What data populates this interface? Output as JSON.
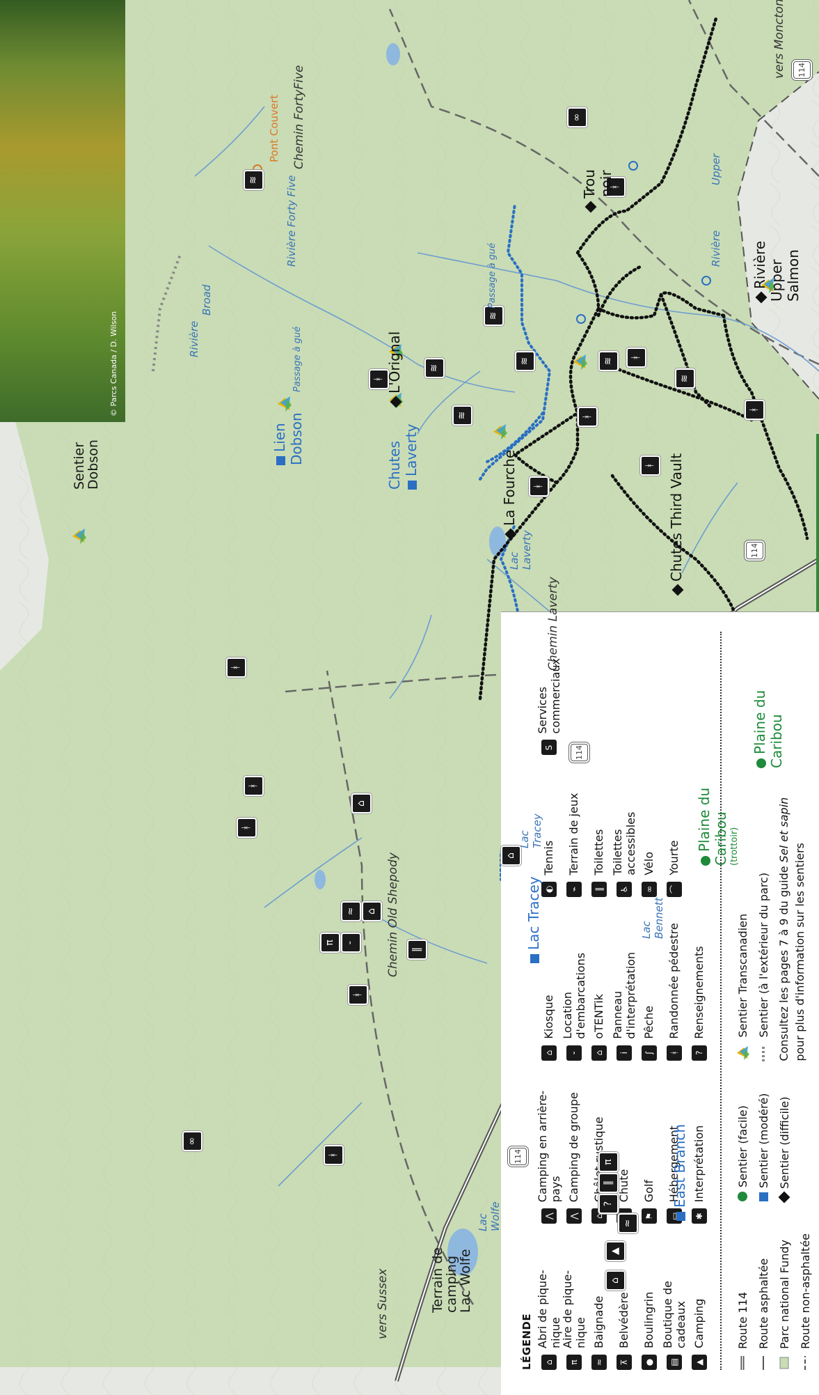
{
  "legend": {
    "title": "LÉGENDE",
    "col1": [
      "Abri de pique-nique",
      "Aire de pique-nique",
      "Baignade",
      "Belvédère",
      "Boulingrin",
      "Boutique de cadeaux",
      "Camping"
    ],
    "col2": [
      "Camping en arrière-pays",
      "Camping de groupe",
      "Châlet rustique",
      "Chute",
      "Golf",
      "Hébergement",
      "Interprétation"
    ],
    "col3": [
      "Kiosque",
      "Location d'embarcations",
      "oTENTik",
      "Panneau d'interprétation",
      "Pêche",
      "Randonnée pédestre",
      "Renseignements"
    ],
    "col4": [
      "Tennis",
      "Terrain de jeux",
      "Toilettes",
      "Toilettes accessibles",
      "Vélo",
      "Yourte"
    ],
    "col5": [
      "Services commerciaux"
    ],
    "roads": [
      "Route 114",
      "Route asphaltée",
      "Parc national Fundy",
      "Route non-asphaltée"
    ],
    "trails": [
      "Sentier (facile)",
      "Sentier (modéré)",
      "Sentier (difficile)"
    ],
    "tc": "Sentier Transcanadien",
    "outside": "Sentier (à l'extérieur du parc)",
    "note_line1_pre": "Consultez les pages 7 à 9 du guide ",
    "note_line1_em": "Sel et sapin",
    "note_line2": "pour plus d'information sur les sentiers",
    "icons": {
      "services": "S"
    }
  },
  "labels": {
    "vers_sussex": "vers Sussex",
    "vers_moncton": "vers Moncton",
    "terrain_camping": [
      "Terrain de",
      "camping",
      "Lac Wolfe"
    ],
    "lac_wolfe": [
      "Lac",
      "Wolfe"
    ],
    "east_branch": "East Branch",
    "chemin_old_shepody": "Chemin Old Shepody",
    "lac_tracey_trail": "Lac Tracey",
    "lac_tracey_water": [
      "Lac",
      "Tracey"
    ],
    "lac_bennett": [
      "Lac",
      "Bennett"
    ],
    "plaine_caribou_1": [
      "Plaine du",
      "Caribou",
      "(trottoir)"
    ],
    "plaine_caribou_2": [
      "Plaine du",
      "Caribou"
    ],
    "lac_laverty": [
      "Lac",
      "Laverty"
    ],
    "chemin_laverty": "Chemin Laverty",
    "chutes_laverty": [
      "Chutes",
      "Laverty"
    ],
    "lien_dobson": [
      "Lien",
      "Dobson"
    ],
    "sentier_dobson": [
      "Sentier",
      "Dobson"
    ],
    "riviere_broad": [
      "Rivière",
      "Broad"
    ],
    "passage_gue_1": "Passage à gué",
    "passage_gue_2": "Passage à gué",
    "la_fourche": "La Fourche",
    "chutes_third_vault": "Chutes Third Vault",
    "lorignal": "L'Orignal",
    "riviere_fortyfive": [
      "Rivière",
      "Forty",
      "Five"
    ],
    "chemin_fortyfive": "Chemin FortyFive",
    "pont_couvert": "Pont Couvert",
    "trou_noir": [
      "Trou",
      "noir"
    ],
    "riviere_upper_salmon": [
      "Rivière",
      "Upper",
      "Salmon"
    ],
    "riviere_upper": [
      "Rivière",
      "Upper"
    ],
    "photo_credit": "© Parcs Canada / D. Wilson"
  },
  "colors": {
    "park_green": "#c9dcb5",
    "outside_grey": "#e6e8e4",
    "easy": "#1f8a3a",
    "moderate": "#2a6fc4",
    "difficult": "#111111",
    "water": "#8fb8de",
    "route114": "#555555",
    "frame_green": "#2f8a35"
  }
}
